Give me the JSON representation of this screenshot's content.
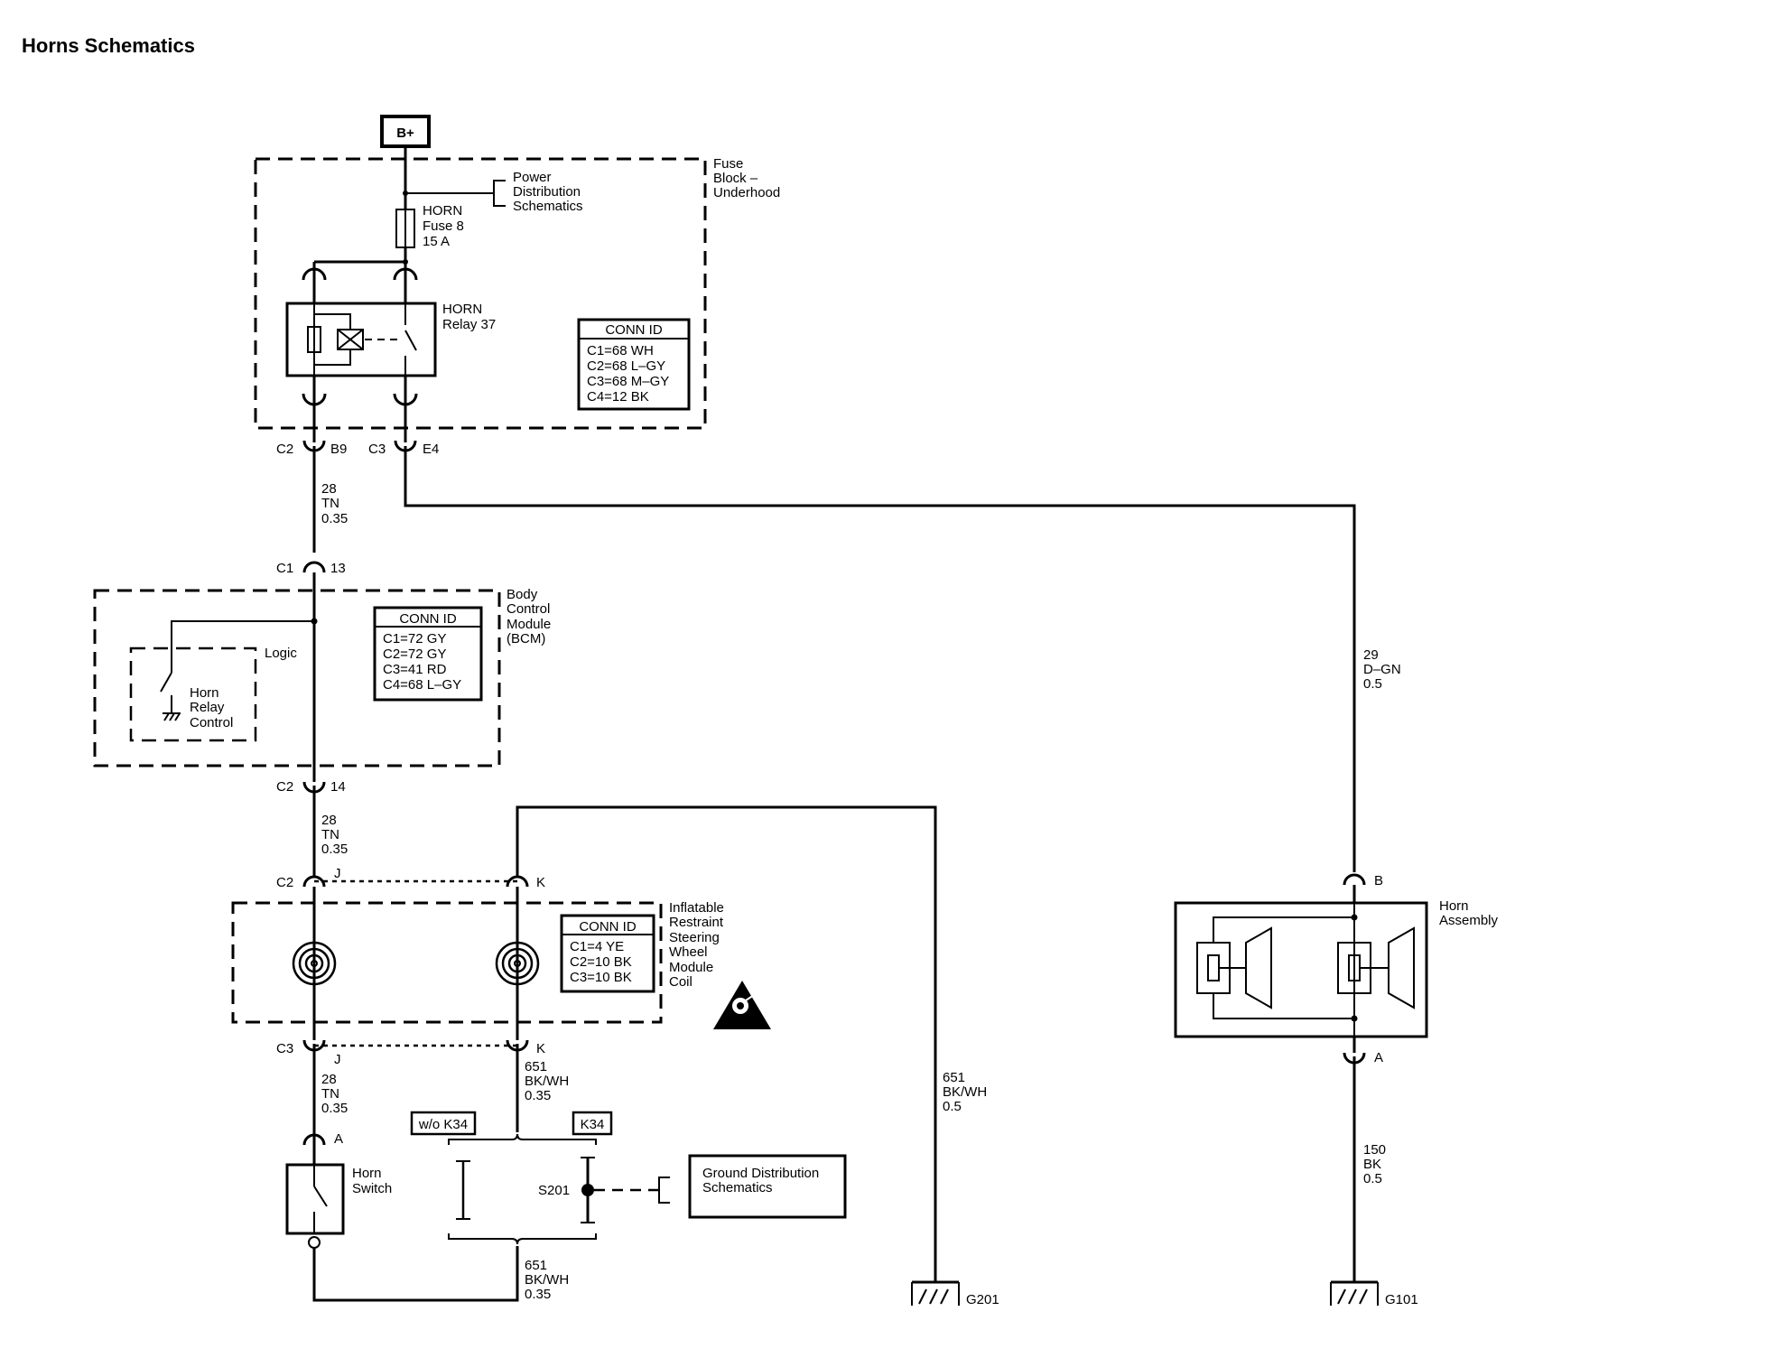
{
  "title": "Horns Schematics",
  "battery": "B+",
  "fuse_block": {
    "name": [
      "Fuse",
      "Block –",
      "Underhood"
    ],
    "power_ref": [
      "Power",
      "Distribution",
      "Schematics"
    ],
    "fuse": [
      "HORN",
      "Fuse 8",
      "15 A"
    ],
    "relay": [
      "HORN",
      "Relay 37"
    ],
    "conn_title": "CONN ID",
    "conn": [
      "C1=68 WH",
      "C2=68 L–GY",
      "C3=68 M–GY",
      "C4=12 BK"
    ]
  },
  "connectors": {
    "fb_c2": "C2",
    "fb_b9": "B9",
    "fb_c3": "C3",
    "fb_e4": "E4",
    "bcm_c1": "C1",
    "bcm_13": "13",
    "bcm_c2": "C2",
    "bcm_14": "14",
    "ir_c2": "C2",
    "ir_j_top": "J",
    "ir_k_top": "K",
    "ir_c3": "C3",
    "ir_j_bot": "J",
    "ir_k_bot": "K",
    "hs_a": "A",
    "horn_b": "B",
    "horn_a": "A"
  },
  "wires": {
    "w28a": [
      "28",
      "TN",
      "0.35"
    ],
    "w28b": [
      "28",
      "TN",
      "0.35"
    ],
    "w28c": [
      "28",
      "TN",
      "0.35"
    ],
    "w29": [
      "29",
      "D–GN",
      "0.5"
    ],
    "w651a": [
      "651",
      "BK/WH",
      "0.35"
    ],
    "w651b": [
      "651",
      "BK/WH",
      "0.35"
    ],
    "w651c": [
      "651",
      "BK/WH",
      "0.5"
    ],
    "w150": [
      "150",
      "BK",
      "0.5"
    ]
  },
  "bcm": {
    "name": [
      "Body",
      "Control",
      "Module",
      "(BCM)"
    ],
    "logic": "Logic",
    "control": [
      "Horn",
      "Relay",
      "Control"
    ],
    "conn_title": "CONN ID",
    "conn": [
      "C1=72 GY",
      "C2=72 GY",
      "C3=41 RD",
      "C4=68 L–GY"
    ]
  },
  "coil": {
    "name": [
      "Inflatable",
      "Restraint",
      "Steering",
      "Wheel",
      "Module",
      "Coil"
    ],
    "conn_title": "CONN ID",
    "conn": [
      "C1=4 YE",
      "C2=10 BK",
      "C3=10 BK"
    ]
  },
  "horn_switch": [
    "Horn",
    "Switch"
  ],
  "options": {
    "without": "w/o K34",
    "with": "K34"
  },
  "splice": "S201",
  "ground_ref": [
    "Ground Distribution",
    "Schematics"
  ],
  "horn_assembly": [
    "Horn",
    "Assembly"
  ],
  "grounds": {
    "g201": "G201",
    "g101": "G101"
  }
}
